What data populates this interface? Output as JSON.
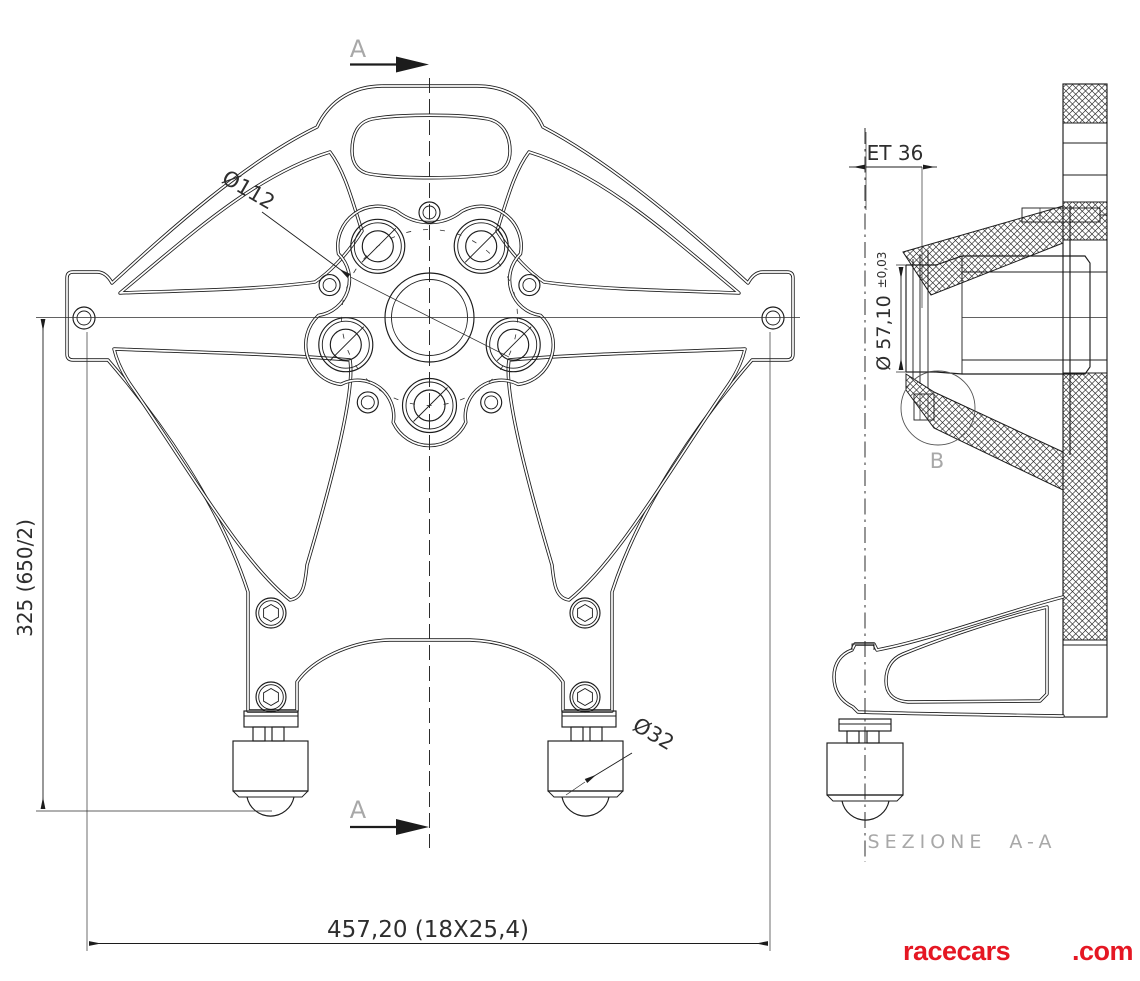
{
  "front_view": {
    "section_label_top": "A",
    "section_label_bottom": "A"
  },
  "section_view": {
    "title": "SEZIONE A-A",
    "detail_label": "B"
  },
  "dimensions": {
    "bolt_circle": "Ø112",
    "height": "325 (650/2)",
    "width": "457,20 (18X25,4)",
    "foot": "Ø32",
    "offset": "ET 36",
    "bore": "Ø 57,10",
    "bore_tolerance": "±0,03"
  },
  "logo": {
    "brand": "racecars",
    "suffix": ".com",
    "color": "#e51723"
  },
  "colors": {
    "line": "#1c1c1c",
    "label_gray": "#a8a8a8",
    "dim_text": "#2e2e2e"
  }
}
